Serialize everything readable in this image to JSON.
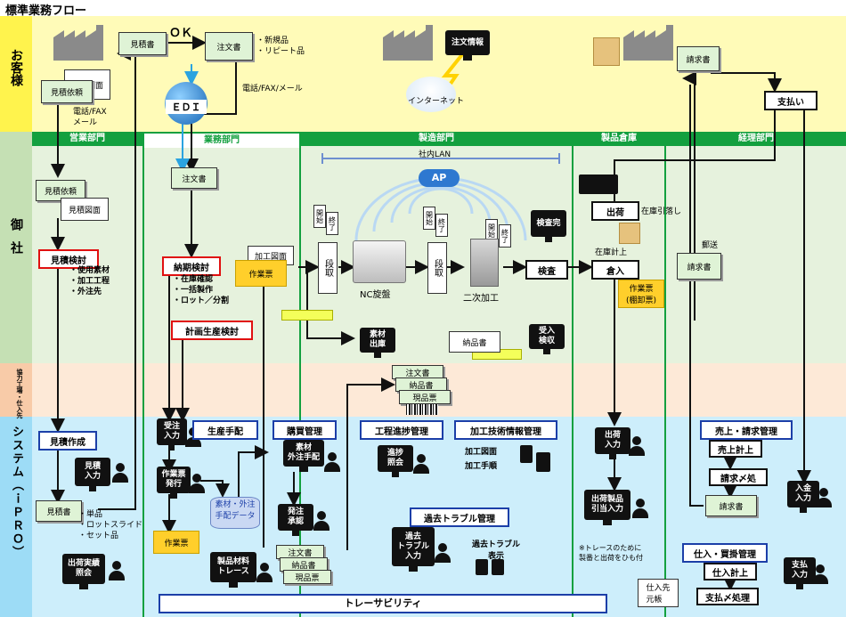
{
  "title": "標準業務フロー",
  "lanes": {
    "customer": "お客様",
    "company": "御社",
    "partner": "協力工場・仕入先",
    "system": "システム（ｉＰＲＯ）"
  },
  "departments": [
    "営業部門",
    "業務部門",
    "製造部門",
    "製品倉庫",
    "経理部門"
  ],
  "customer": {
    "estimate_drawing": "見積図面",
    "estimate_request": "見積依頼",
    "phone_fax_mail": "電話/FAX\nメール",
    "estimate_sheet": "見積書",
    "ok": "ＯＫ",
    "order_sheet": "注文書",
    "order_bullets": [
      "・新規品",
      "・リピート品"
    ],
    "edi": "ＥＤＩ",
    "phone_fax_mail2": "電話/FAX/メール",
    "order_info": "注文情報",
    "internet": "インターネット",
    "invoice": "請求書",
    "payment": "支払い"
  },
  "company": {
    "estimate_request": "見積依頼",
    "estimate_drawing": "見積図面",
    "estimate_review": "見積検討",
    "estimate_bullets": [
      "・使用素材",
      "・加工工程",
      "・外注先"
    ],
    "order_sheet": "注文書",
    "delivery_review": "納期検討",
    "delivery_bullets": [
      "・在庫確認",
      "・一括製作",
      "・ロット／分割"
    ],
    "plan_review": "計画生産検討",
    "lan": "社内LAN",
    "ap": "AP",
    "processing_drawing": "加工図面",
    "work_ticket": "作業票",
    "start": "開始",
    "end": "終了",
    "setup": "段取",
    "nc_lathe": "NC旋盤",
    "secondary": "二次加工",
    "inspection_done": "検査完",
    "inspection": "検査",
    "storage_in": "倉入",
    "shipping": "出荷",
    "stock_deduct": "在庫引落し",
    "stock_add": "在庫計上",
    "work_ticket_shelf": "作業票\n(棚卸票)",
    "material_out": "素材\n出庫",
    "delivery_note": "納品書",
    "receive_check": "受入\n検収",
    "mail": "郵送",
    "invoice": "請求書"
  },
  "partner": {
    "docs": [
      "注文書",
      "納品書",
      "現品票"
    ]
  },
  "system": {
    "estimate_create": "見積作成",
    "estimate_input": "見積\n入力",
    "estimate_sheet": "見積書",
    "estimate_bullets": [
      "・単品",
      "・ロットスライド",
      "・セット品"
    ],
    "ship_record": "出荷実績\n照会",
    "order_input": "受注\n入力",
    "production_arrange": "生産手配",
    "work_ticket_issue": "作業票\n発行",
    "material_data": "素材・外注\n手配データ",
    "work_ticket": "作業票",
    "purchase_mgmt": "購買管理",
    "material_outsource": "素材\n外注手配",
    "order_approve": "発注\n承認",
    "docs": [
      "注文書",
      "納品書",
      "現品票"
    ],
    "product_material_trace": "製品材料\nトレース",
    "progress_mgmt": "工程進捗管理",
    "progress_inquiry": "進捗\n照会",
    "tech_info_mgmt": "加工技術情報管理",
    "tech_items": [
      "加工図面",
      "加工手順"
    ],
    "trouble_mgmt": "過去トラブル管理",
    "trouble_input": "過去\nトラブル\n入力",
    "trouble_display": "過去トラブル\n表示",
    "ship_input": "出荷\n入力",
    "ship_instruction": "出荷製品\n引当入力",
    "trace_note": "※トレースのために\n製番と出荷をひも付",
    "sales_billing": "売上・請求管理",
    "sales_record": "売上計上",
    "billing_close": "請求〆処",
    "invoice": "請求書",
    "payment_input": "入金\n入力",
    "purchase_payable": "仕入・買掛管理",
    "purchase_record": "仕入計上",
    "payment_close": "支払〆処理",
    "payment_in": "支払\n入力",
    "supplier_ledger": "仕入先\n元帳",
    "traceability": "トレーサビリティ"
  }
}
